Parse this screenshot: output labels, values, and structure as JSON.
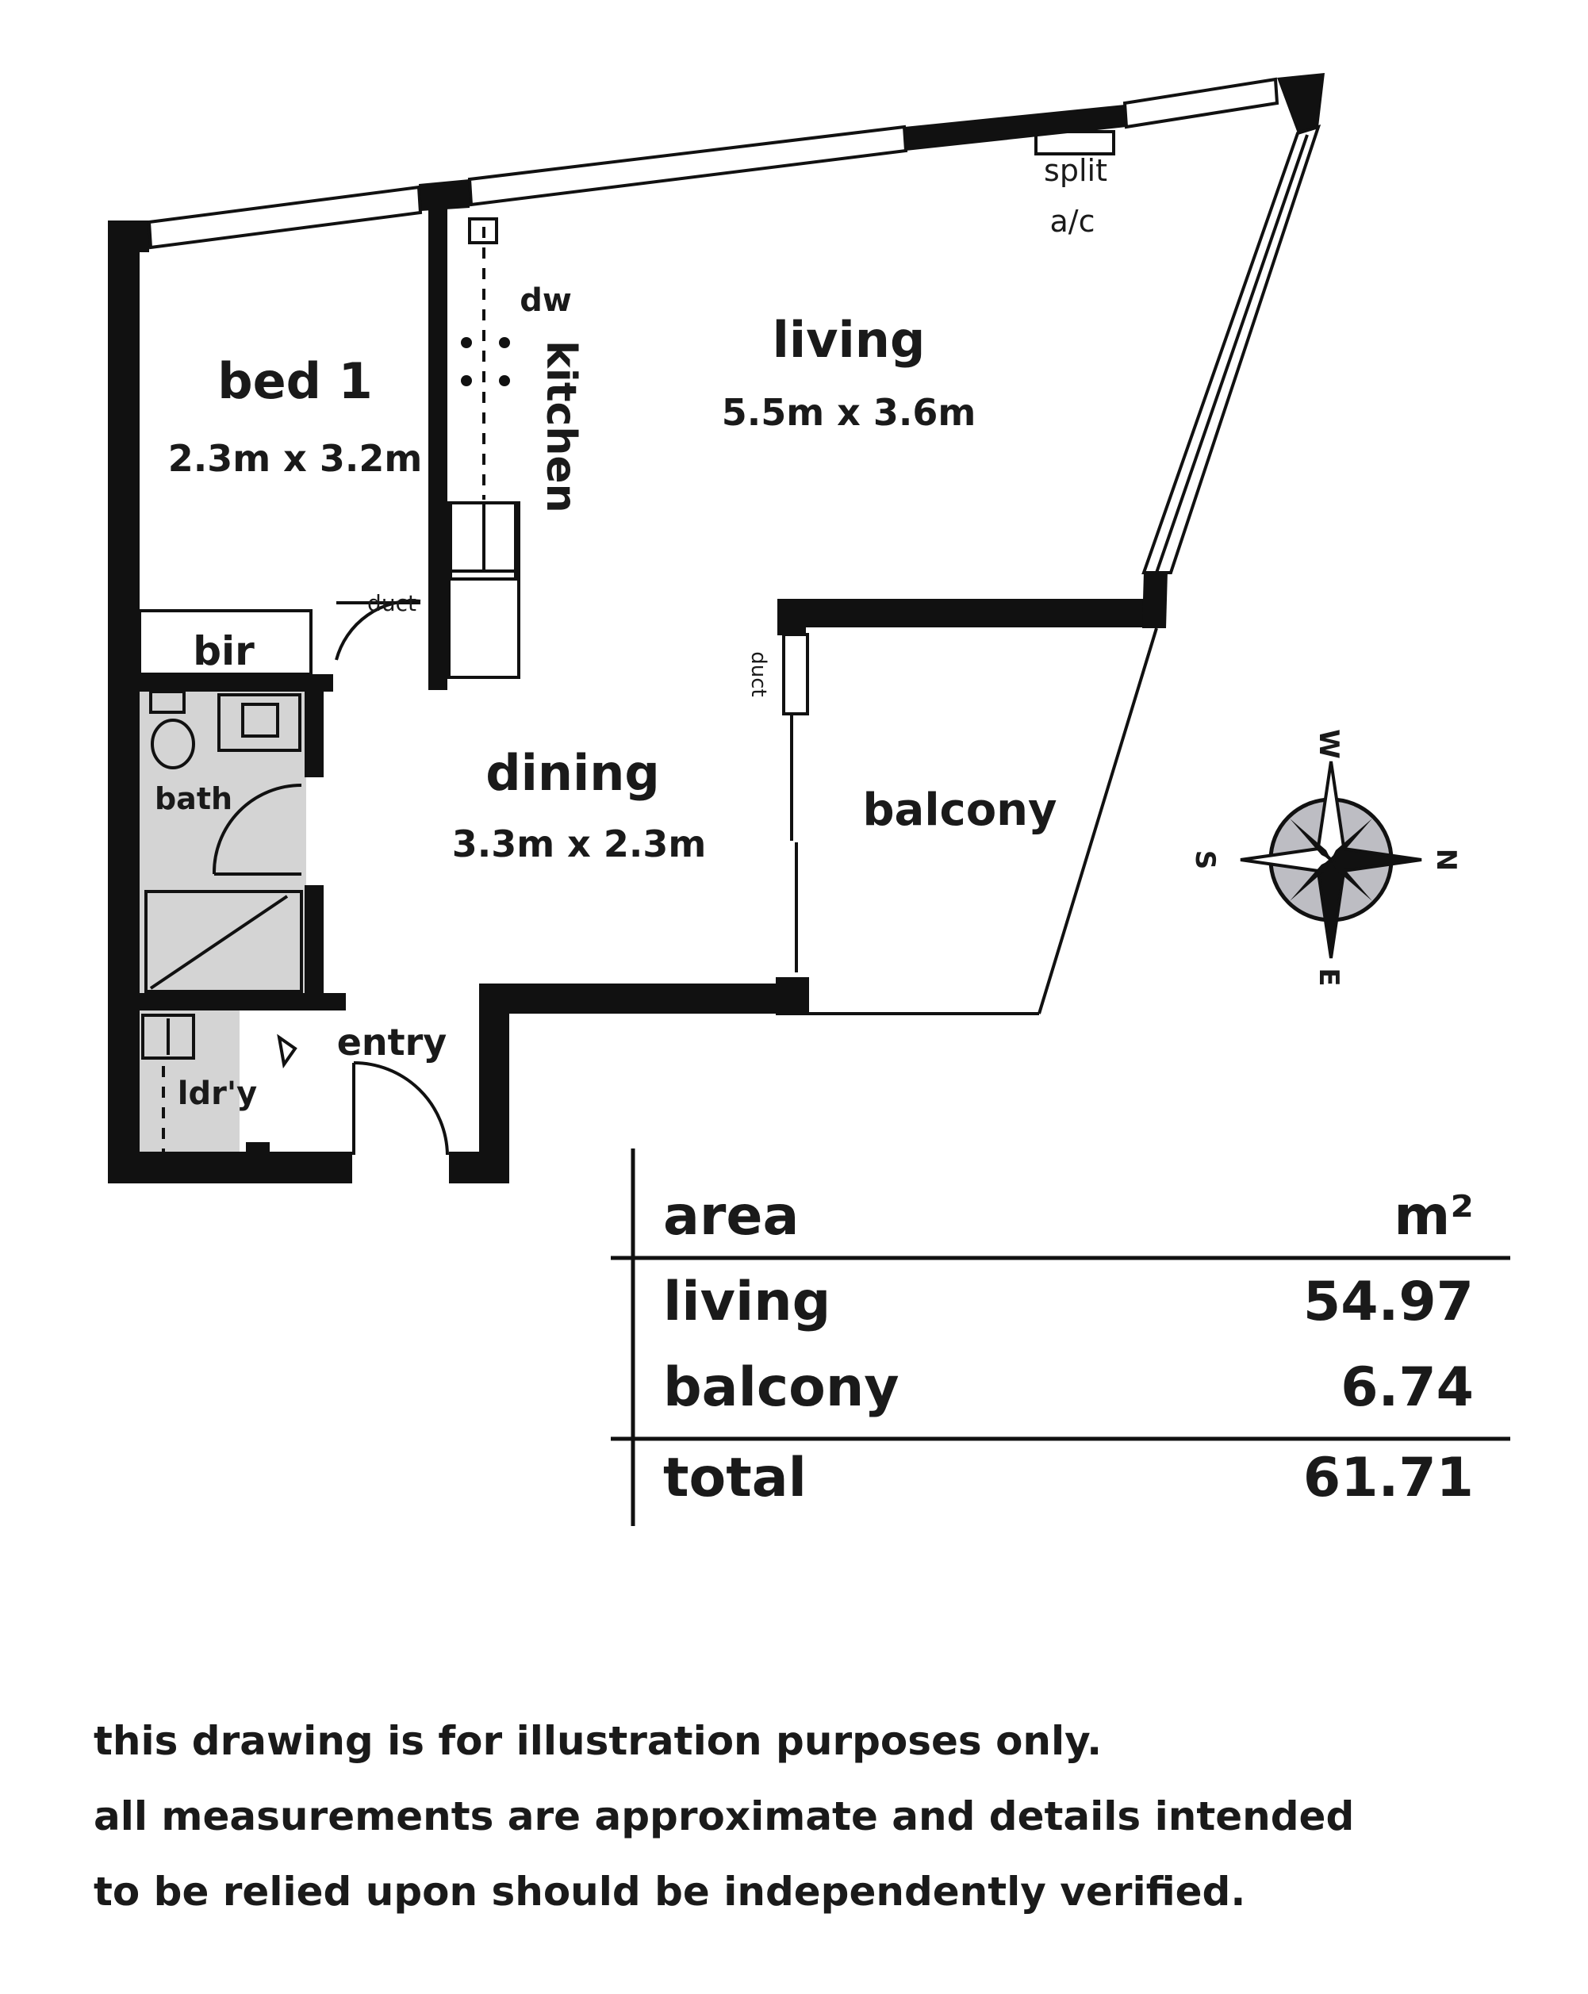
{
  "rooms": {
    "bed1": {
      "name": "bed 1",
      "dims": "2.3m x 3.2m"
    },
    "living": {
      "name": "living",
      "dims": "5.5m x 3.6m"
    },
    "dining": {
      "name": "dining",
      "dims": "3.3m x 2.3m"
    },
    "kitchen": {
      "name": "kitchen"
    },
    "balcony": {
      "name": "balcony"
    },
    "bir": {
      "name": "bir"
    },
    "bath": {
      "name": "bath"
    },
    "laundry": {
      "name": "ldr'y"
    },
    "entry": {
      "name": "entry"
    }
  },
  "fixtures": {
    "dw": "dw",
    "duct_bed": "duct",
    "duct_balcony": "duct",
    "split": "split",
    "ac": "a/c"
  },
  "compass": {
    "north": "N",
    "south": "S",
    "east": "E",
    "west": "W"
  },
  "area_table": {
    "header": {
      "label": "area",
      "unit": "m²"
    },
    "rows": [
      {
        "label": "living",
        "value": "54.97"
      },
      {
        "label": "balcony",
        "value": "6.74"
      }
    ],
    "total": {
      "label": "total",
      "value": "61.71"
    }
  },
  "disclaimer": [
    "this drawing is for illustration purposes only.",
    "all measurements are approximate and details intended",
    "to be relied upon should be independently verified."
  ],
  "colors": {
    "wall": "#111111",
    "wet_area": "#d4d4d4",
    "compass_fill": "#bdbdc3"
  }
}
